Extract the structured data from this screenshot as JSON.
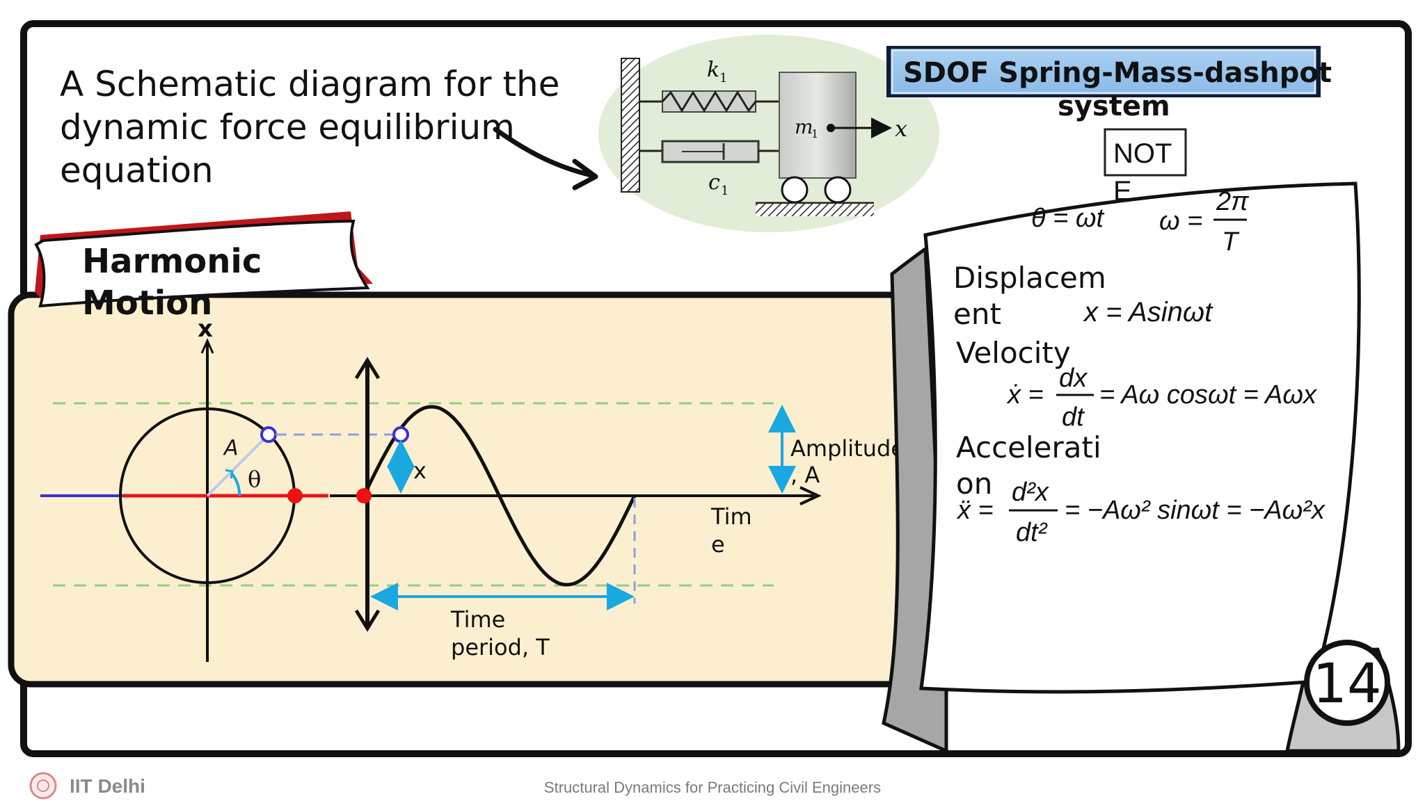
{
  "intro": {
    "line1": "A Schematic diagram for the",
    "line2": "dynamic force equilibrium",
    "line3": "equation"
  },
  "schematic": {
    "k_label": "k",
    "k_sub": "1",
    "c_label": "c",
    "c_sub": "1",
    "m_label": "m",
    "m_sub": "1",
    "x_label": "x"
  },
  "sdof_title": {
    "line1": "SDOF Spring-Mass-dashpot",
    "line2": "system"
  },
  "banner": {
    "line1": "Harmonic",
    "line2": "Motion"
  },
  "note_tab": {
    "line1": "NOT",
    "line2": "E"
  },
  "harmonic_plot": {
    "y_axis_label": "x",
    "radius_label": "A",
    "angle_label": "θ",
    "displacement_label": "x",
    "amplitude_label_1": "Amplitude",
    "amplitude_label_2": ", A",
    "time_label_1": "Tim",
    "time_label_2": "e",
    "period_label_1": "Time",
    "period_label_2": "period, T",
    "colors": {
      "radius_line": "#e8141b",
      "left_line": "#3b2fd0",
      "dashed_green": "#8fcf84",
      "dashed_blue": "#8aa0e0",
      "cyan_arrow": "#1aa8e0",
      "marker_red": "#ee1111",
      "marker_ring": "#3a2fd8",
      "panel_fill": "#fcefcf"
    }
  },
  "formulas": {
    "theta_eq": "θ = ωt",
    "omega_lhs": "ω =",
    "omega_num": "2π",
    "omega_den": "T",
    "disp_label_1": "Displacem",
    "disp_label_2": "ent",
    "disp_eq": "x = Asinωt",
    "vel_label": "Velocity",
    "vel_lhs": "ẋ =",
    "vel_num": "dx",
    "vel_den": "dt",
    "vel_rhs": "= Aω cosωt  = Aωx",
    "acc_label_1": "Accelerati",
    "acc_label_2": "on",
    "acc_lhs": "ẍ =",
    "acc_num": "d²x",
    "acc_den": "dt²",
    "acc_rhs": "= −Aω² sinωt  = −Aω²x"
  },
  "page_number": "14",
  "footer": {
    "logo_text": "IIT Delhi",
    "course_title": "Structural Dynamics for Practicing Civil Engineers"
  }
}
